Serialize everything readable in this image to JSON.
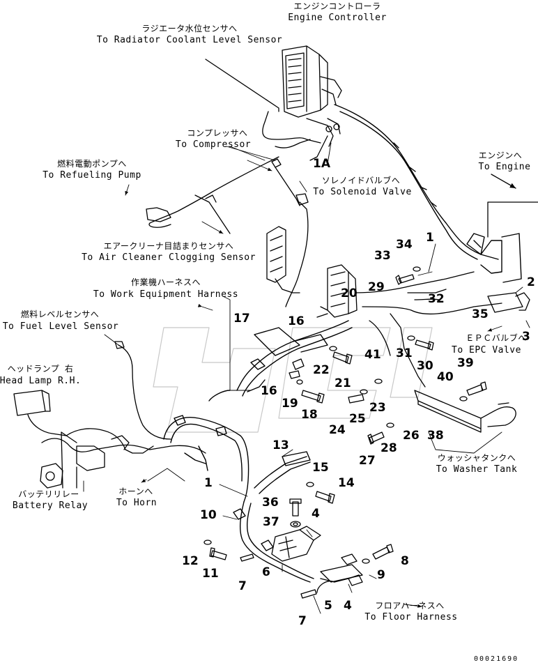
{
  "labels": {
    "engine_controller": {
      "jp": "エンジンコントローラ",
      "en": "Engine Controller"
    },
    "radiator": {
      "jp": "ラジエータ水位センサへ",
      "en": "To Radiator Coolant Level Sensor"
    },
    "compressor": {
      "jp": "コンプレッサへ",
      "en": "To Compressor"
    },
    "refueling": {
      "jp": "燃料電動ポンプへ",
      "en": "To Refueling Pump"
    },
    "solenoid": {
      "jp": "ソレノイドバルブへ",
      "en": "To Solenoid Valve"
    },
    "engine": {
      "jp": "エンジンへ",
      "en": "To Engine"
    },
    "air_cleaner": {
      "jp": "エアークリーナ目詰まりセンサへ",
      "en": "To Air Cleaner Clogging Sensor"
    },
    "work_equipment": {
      "jp": "作業機ハーネスへ",
      "en": "To Work Equipment Harness"
    },
    "fuel_level": {
      "jp": "燃料レベルセンサへ",
      "en": "To Fuel Level Sensor"
    },
    "head_lamp": {
      "jp": "ヘッドランプ 右",
      "en": "Head Lamp R.H."
    },
    "epc_valve": {
      "jp": "ＥＰＣバルブへ",
      "en": "To EPC Valve"
    },
    "battery_relay": {
      "jp": "バッテリリレー",
      "en": "Battery Relay"
    },
    "horn": {
      "jp": "ホーンへ",
      "en": "To Horn"
    },
    "washer_tank": {
      "jp": "ウォッシャタンクへ",
      "en": "To Washer Tank"
    },
    "floor_harness": {
      "jp": "フロアハーネスへ",
      "en": "To Floor Harness"
    }
  },
  "part_numbers": {
    "n1a": "1A",
    "n1_top": "1",
    "n1_mid": "1",
    "n2": "2",
    "n3": "3",
    "n4_top": "4",
    "n4_bot": "4",
    "n5": "5",
    "n6": "6",
    "n7_left": "7",
    "n7_bot": "7",
    "n8": "8",
    "n9": "9",
    "n10": "10",
    "n11": "11",
    "n12": "12",
    "n13": "13",
    "n14": "14",
    "n15": "15",
    "n16_top": "16",
    "n16_bot": "16",
    "n17": "17",
    "n18": "18",
    "n19": "19",
    "n20": "20",
    "n21": "21",
    "n22": "22",
    "n23": "23",
    "n24": "24",
    "n25": "25",
    "n26": "26",
    "n27": "27",
    "n28": "28",
    "n29": "29",
    "n30": "30",
    "n31": "31",
    "n32": "32",
    "n33": "33",
    "n34": "34",
    "n35": "35",
    "n36": "36",
    "n37": "37",
    "n38": "38",
    "n39": "39",
    "n40": "40",
    "n41": "41"
  },
  "drawing_code": "00021690"
}
